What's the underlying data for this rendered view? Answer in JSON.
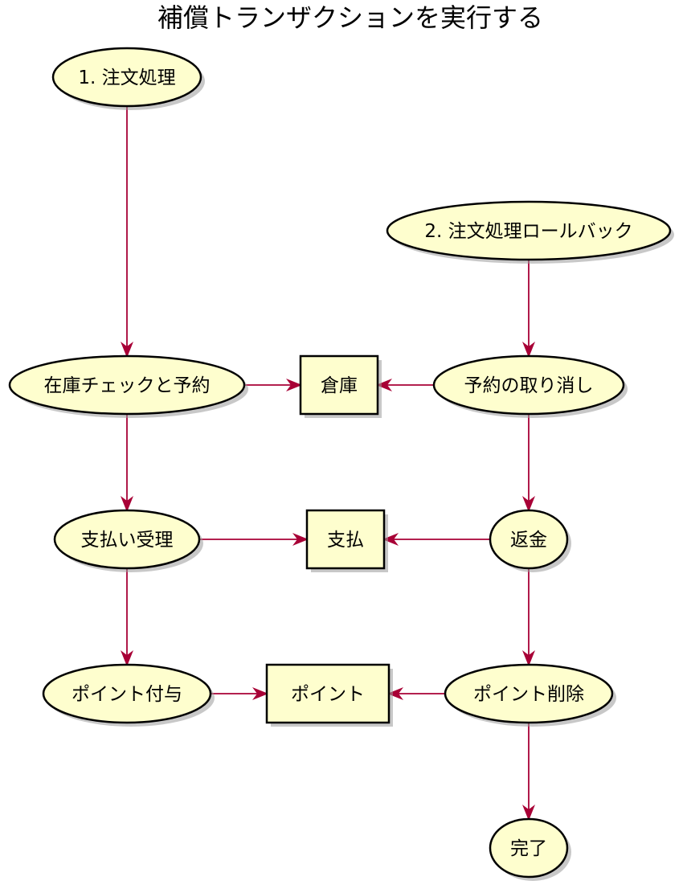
{
  "title": "補償トランザクションを実行する",
  "colors": {
    "node_fill": "#FEFECE",
    "node_stroke": "#000000",
    "edge": "#A80036"
  },
  "nodes": [
    {
      "id": "start-order",
      "shape": "ellipse",
      "label": "1. 注文処理"
    },
    {
      "id": "start-rollback",
      "shape": "ellipse",
      "label": "2. 注文処理ロールバック"
    },
    {
      "id": "check-reserve",
      "shape": "ellipse",
      "label": "在庫チェックと予約"
    },
    {
      "id": "warehouse",
      "shape": "rect",
      "label": "倉庫"
    },
    {
      "id": "cancel-reservation",
      "shape": "ellipse",
      "label": "予約の取り消し"
    },
    {
      "id": "accept-payment",
      "shape": "ellipse",
      "label": "支払い受理"
    },
    {
      "id": "payment",
      "shape": "rect",
      "label": "支払"
    },
    {
      "id": "refund",
      "shape": "ellipse",
      "label": "返金"
    },
    {
      "id": "grant-points",
      "shape": "ellipse",
      "label": "ポイント付与"
    },
    {
      "id": "points",
      "shape": "rect",
      "label": "ポイント"
    },
    {
      "id": "delete-points",
      "shape": "ellipse",
      "label": "ポイント削除"
    },
    {
      "id": "complete",
      "shape": "ellipse",
      "label": "完了"
    }
  ],
  "edges": [
    {
      "from": "start-order",
      "to": "check-reserve"
    },
    {
      "from": "check-reserve",
      "to": "warehouse"
    },
    {
      "from": "check-reserve",
      "to": "accept-payment"
    },
    {
      "from": "accept-payment",
      "to": "payment"
    },
    {
      "from": "accept-payment",
      "to": "grant-points"
    },
    {
      "from": "grant-points",
      "to": "points"
    },
    {
      "from": "start-rollback",
      "to": "cancel-reservation"
    },
    {
      "from": "cancel-reservation",
      "to": "warehouse"
    },
    {
      "from": "cancel-reservation",
      "to": "refund"
    },
    {
      "from": "refund",
      "to": "payment"
    },
    {
      "from": "refund",
      "to": "delete-points"
    },
    {
      "from": "delete-points",
      "to": "points"
    },
    {
      "from": "delete-points",
      "to": "complete"
    }
  ]
}
